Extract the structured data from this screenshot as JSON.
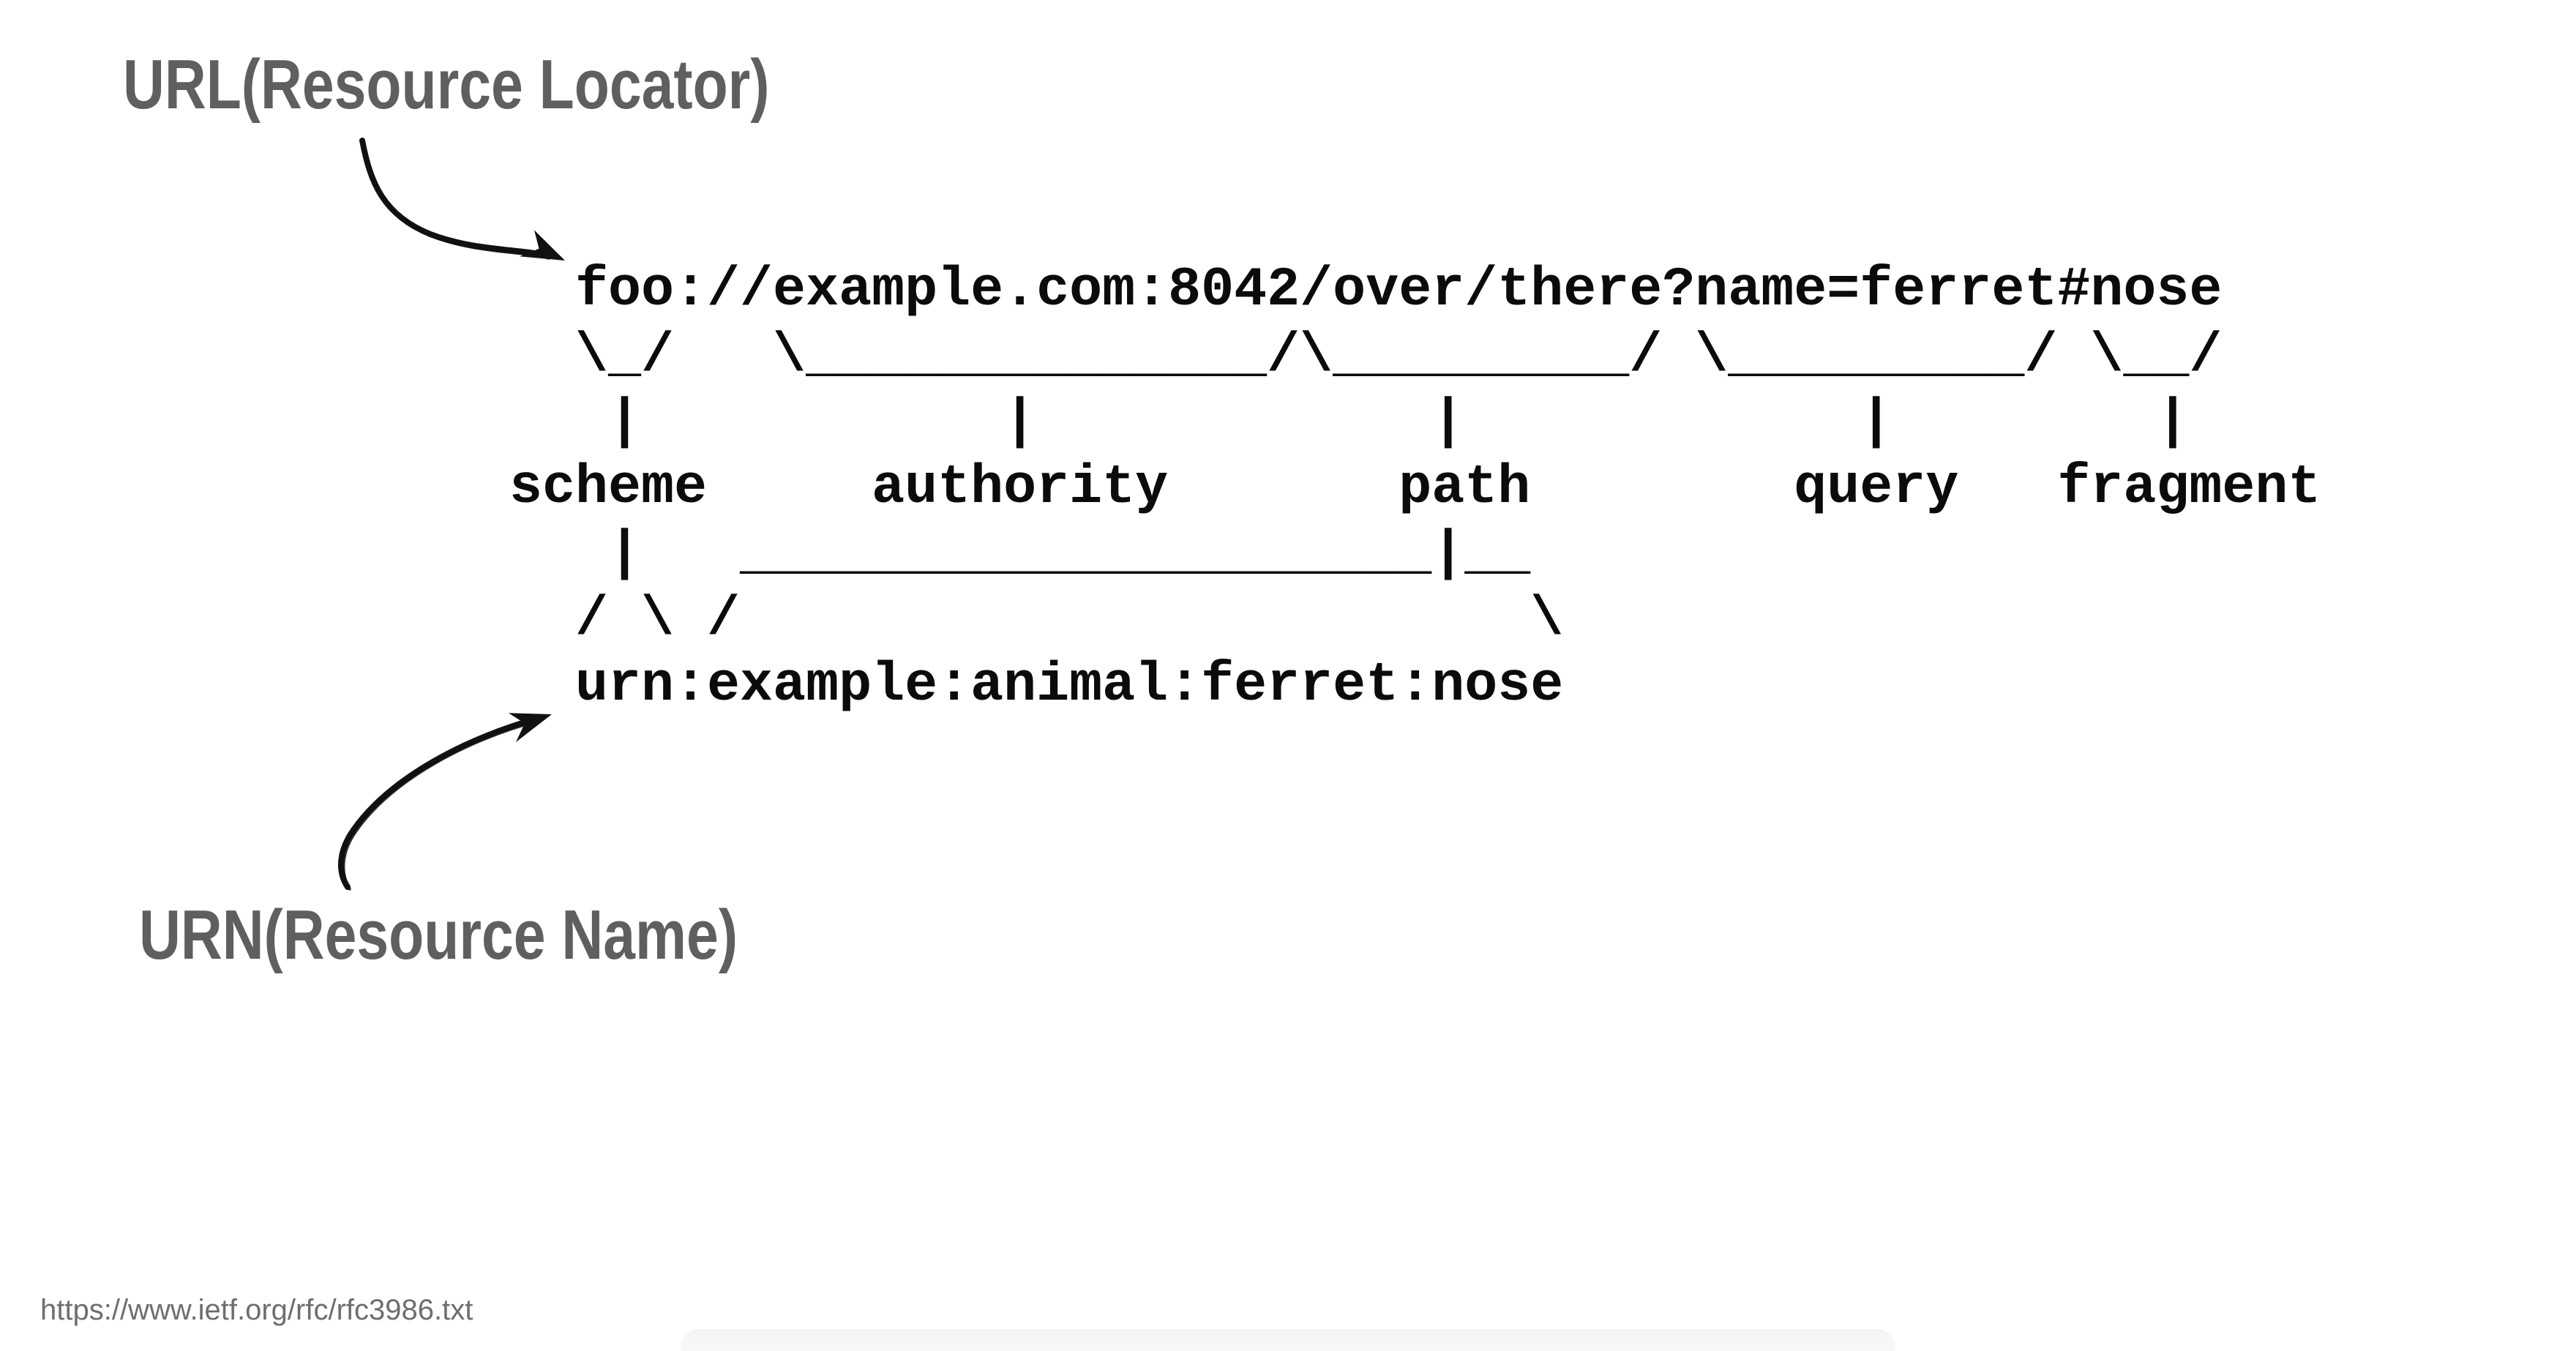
{
  "page": {
    "background": "#ffffff"
  },
  "annotations": {
    "url_label": "URL(Resource Locator)",
    "urn_label": "URN(Resource Name)"
  },
  "diagram": {
    "uri_example": "foo://example.com:8042/over/there?name=ferret#nose",
    "urn_example": "urn:example:animal:ferret:nose",
    "components": [
      "scheme",
      "authority",
      "path",
      "query",
      "fragment"
    ],
    "ascii_lines": [
      "  foo://example.com:8042/over/there?name=ferret#nose",
      "  \\_/   \\______________/\\_________/ \\_________/ \\__/",
      "   |           |            |            |        |",
      "scheme     authority       path        query   fragment",
      "   |   _____________________|__",
      "  / \\ /                        \\",
      "  urn:example:animal:ferret:nose"
    ]
  },
  "icons": {
    "url_arrow": "hand-drawn-curved-arrow-down-right",
    "urn_arrow": "hand-drawn-curved-arrow-up-right"
  },
  "footer": {
    "source_url": "https://www.ietf.org/rfc/rfc3986.txt"
  },
  "colors": {
    "annotation_gray": "#5f5f61",
    "diagram_black": "#0b0b0b",
    "footer_gray": "#6e6e6e",
    "bottom_edge_gray": "#f5f6f6",
    "arrow_black": "#111111"
  }
}
